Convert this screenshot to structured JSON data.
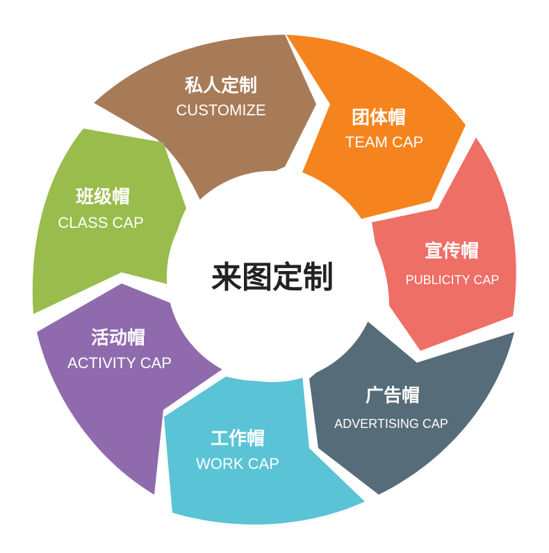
{
  "diagram": {
    "center_label": "来图定制",
    "center_color": "#ffffff",
    "segments": [
      {
        "id": "customize",
        "title_zh": "私人定制",
        "title_en": "CUSTOMIZE",
        "color": "#A77B58"
      },
      {
        "id": "team",
        "title_zh": "团体帽",
        "title_en": "TEAM CAP",
        "color": "#F5841F"
      },
      {
        "id": "publicity",
        "title_zh": "宣传帽",
        "title_en": "PUBLICITY CAP",
        "color": "#EE6F66"
      },
      {
        "id": "advertising",
        "title_zh": "广告帽",
        "title_en": "ADVERTISING CAP",
        "color": "#566C79"
      },
      {
        "id": "work",
        "title_zh": "工作帽",
        "title_en": "WORK CAP",
        "color": "#5BC3D6"
      },
      {
        "id": "activity",
        "title_zh": "活动帽",
        "title_en": "ACTIVITY CAP",
        "color": "#8F6BAD"
      },
      {
        "id": "class",
        "title_zh": "班级帽",
        "title_en": "CLASS CAP",
        "color": "#99BC4D"
      }
    ]
  }
}
